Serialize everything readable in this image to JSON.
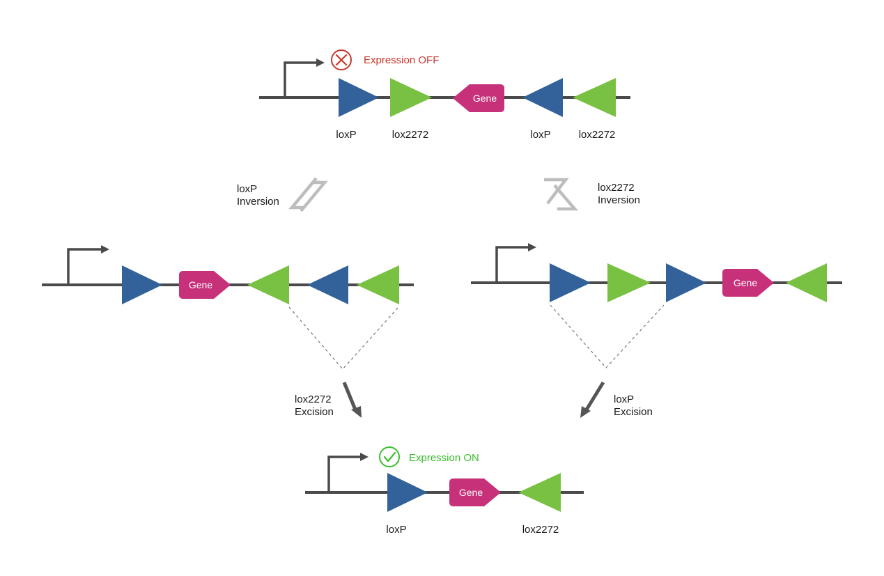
{
  "colors": {
    "loxP": "#33619a",
    "lox2272": "#79c142",
    "gene": "#c7317a",
    "dna": "#4a4a4a",
    "off": "#c9372c",
    "on": "#3bbf2f",
    "reversible_arrow": "#bdbdbd",
    "forward_arrow": "#555555"
  },
  "top": {
    "status": "Expression OFF",
    "gene": "Gene",
    "labels": [
      "loxP",
      "lox2272",
      "loxP",
      "lox2272"
    ]
  },
  "left_step": {
    "line1": "loxP",
    "line2": "Inversion"
  },
  "right_step": {
    "line1": "lox2272",
    "line2": "Inversion"
  },
  "middle_left": {
    "gene": "Gene"
  },
  "middle_right": {
    "gene": "Gene"
  },
  "left_excision": {
    "line1": "lox2272",
    "line2": "Excision"
  },
  "right_excision": {
    "line1": "loxP",
    "line2": "Excision"
  },
  "bottom": {
    "status": "Expression ON",
    "gene": "Gene",
    "labels": [
      "loxP",
      "lox2272"
    ]
  }
}
